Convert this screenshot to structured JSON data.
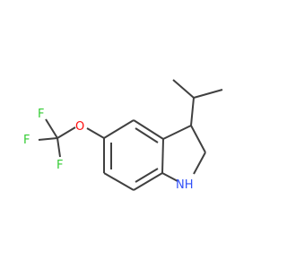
{
  "molecule": {
    "atoms": {
      "f1": "F",
      "f2": "F",
      "f3": "F",
      "o": "O",
      "nh": "NH"
    },
    "colors": {
      "bond": "#404040",
      "fluorine": "#33cc33",
      "oxygen": "#ff0d0d",
      "nitrogen": "#3050f8"
    }
  }
}
